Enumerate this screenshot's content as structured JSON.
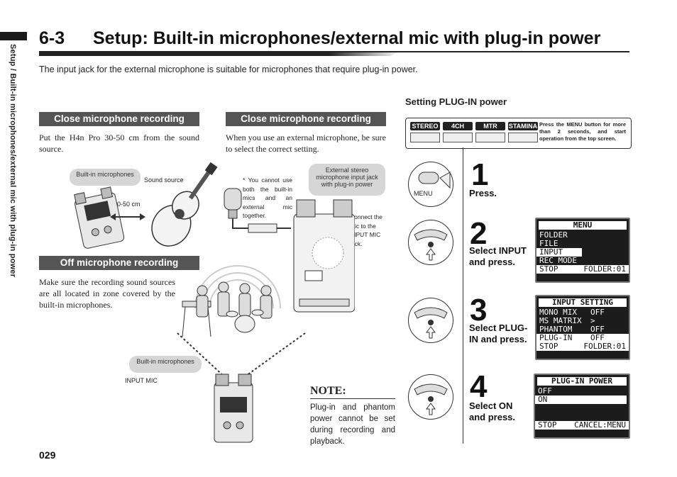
{
  "side_tab": {
    "text": "Setup / Built-in microphones/external mic with plug-in power"
  },
  "title": {
    "number": "6-3",
    "text": "Setup: Built-in microphones/external mic with plug-in power"
  },
  "intro": "The input jack for the external microphone is suitable for microphones that require plug-in power.",
  "close_rec_1": {
    "header": "Close microphone recording",
    "body": "Put the H4n Pro 30-50 cm from the sound source.",
    "builtin_label": "Built-in microphones",
    "sound_source_label": "Sound source",
    "distance_label": "30-50 cm"
  },
  "close_rec_2": {
    "header": "Close microphone recording",
    "body": "When you use an external microphone, be sure to select the correct setting.",
    "footnote": "* You cannot use both the built-in mics and an external mic together.",
    "ext_label": "External stereo microphone input jack with plug-in power",
    "connect_label": "Connect the mic to the INPUT MIC jack."
  },
  "off_rec": {
    "header": "Off microphone recording",
    "body": "Make sure the recording sound sources are all located in zone covered by the built-in microphones.",
    "builtin_label": "Built-in microphones",
    "input_mic_label": "INPUT MIC"
  },
  "note": {
    "heading": "NOTE:",
    "text": "Plug-in and phantom power cannot be set during recording and playback."
  },
  "setting": {
    "title": "Setting PLUG-IN power",
    "modes": [
      "STEREO",
      "4CH",
      "MTR",
      "STAMINA"
    ],
    "mode_note": "Press the MENU button for more than 2 seconds, and start operation from the top screen.",
    "menu_button_label": "MENU",
    "steps": [
      {
        "num": "1",
        "text": "Press."
      },
      {
        "num": "2",
        "text": "Select INPUT and press."
      },
      {
        "num": "3",
        "text": "Select PLUG-IN and press."
      },
      {
        "num": "4",
        "text": "Select ON and press."
      }
    ],
    "lcd2": {
      "title": "MENU",
      "rows": [
        "FOLDER",
        "FILE",
        "INPUT",
        "REC MODE"
      ],
      "foot_left": "STOP",
      "foot_right": "FOLDER:01"
    },
    "lcd3": {
      "title": "INPUT SETTING",
      "rows": [
        [
          "MONO MIX",
          "OFF"
        ],
        [
          "MS MATRIX",
          ">"
        ],
        [
          "PHANTOM",
          "OFF"
        ],
        [
          "PLUG-IN",
          "OFF"
        ]
      ],
      "foot_left": "STOP",
      "foot_right": "FOLDER:01"
    },
    "lcd4": {
      "title": "PLUG-IN POWER",
      "rows": [
        "OFF",
        "ON"
      ],
      "foot_left": "STOP",
      "foot_right": "CANCEL:",
      "foot_right_btn": "MENU"
    }
  },
  "page_number": "029",
  "colors": {
    "header_bg": "#555555",
    "pill_bg": "#d6d6d6",
    "lcd_bg": "#1c1c1c"
  }
}
